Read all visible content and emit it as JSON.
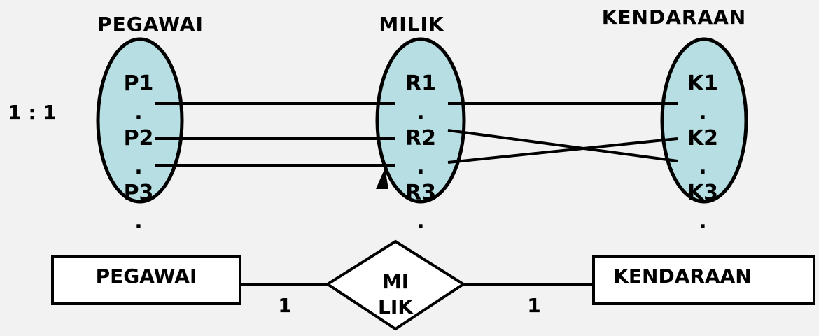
{
  "titles": {
    "left": "PEGAWAI",
    "middle": "MILIK",
    "right": "KENDARAAN"
  },
  "ratio": "1 : 1",
  "left_set": {
    "items": [
      "P1",
      ".",
      "P2",
      ".",
      "P3",
      "."
    ]
  },
  "middle_set": {
    "items": [
      "R1",
      ".",
      "R2",
      ".",
      "R3",
      "."
    ]
  },
  "right_set": {
    "items": [
      "K1",
      ".",
      "K2",
      ".",
      "K3",
      "."
    ]
  },
  "erd": {
    "entity_left": "PEGAWAI",
    "relation_line1": "MI",
    "relation_line2": "LIK",
    "entity_right": "KENDARAAN",
    "card_left": "1",
    "card_right": "1"
  },
  "colors": {
    "background": "#f2f2f2",
    "set_fill": "#b7dfe3",
    "stroke": "#000000"
  }
}
